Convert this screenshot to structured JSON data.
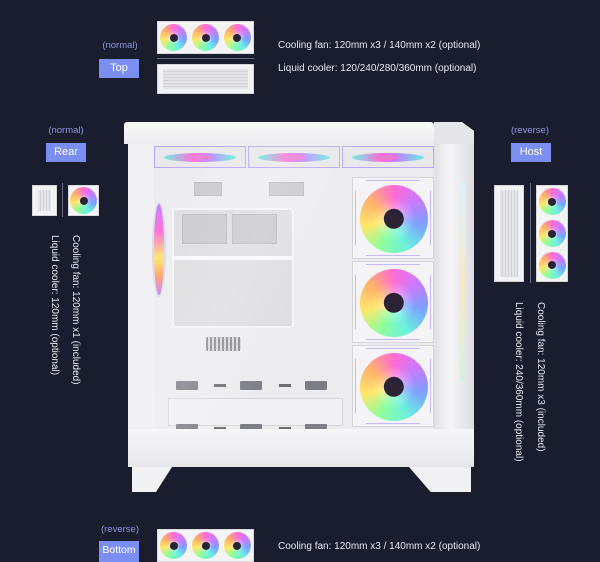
{
  "colors": {
    "background": "#1a1d2e",
    "tag_fill": "#7b8ff3",
    "mode_text": "#8d96e0",
    "spec_text": "#e6e8f0"
  },
  "top": {
    "mode": "(normal)",
    "tag": "Top",
    "fan_count": 3,
    "fan_spec": "Cooling fan: 120mm x3 / 140mm x2 (optional)",
    "cooler_spec": "Liquid cooler: 120/240/280/360mm (optional)",
    "icons": [
      "fan-strip-icon",
      "radiator-icon"
    ]
  },
  "rear": {
    "mode": "(normal)",
    "tag": "Rear",
    "fan_count": 1,
    "fan_spec": "Cooling fan: 120mm x1 (included)",
    "cooler_spec": "Liquid cooler: 120mm (optional)",
    "icons": [
      "radiator-icon",
      "fan-icon"
    ]
  },
  "host": {
    "mode": "(reverse)",
    "tag": "Host",
    "fan_count": 3,
    "fan_spec": "Cooling fan: 120mm x3 (included)",
    "cooler_spec": "Liquid cooler: 240/360mm (optional)",
    "icons": [
      "radiator-icon",
      "fan-strip-icon"
    ]
  },
  "bottom": {
    "mode": "(reverse)",
    "tag": "Bottom",
    "fan_count": 3,
    "fan_spec": "Cooling fan: 120mm x3 / 140mm x2 (optional)",
    "icons": [
      "fan-strip-icon"
    ]
  },
  "product": {
    "image": "pc-case-icon",
    "color": "white",
    "front_fans": 3,
    "top_fans": 3,
    "rear_fans": 1
  }
}
